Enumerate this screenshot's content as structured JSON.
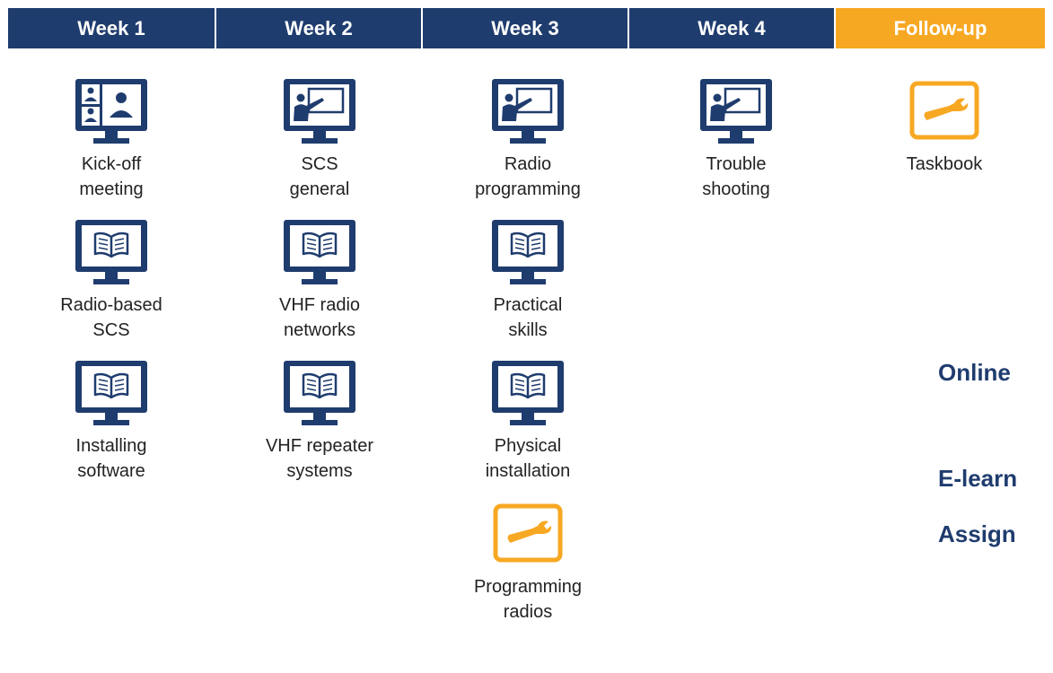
{
  "header": {
    "tabs": [
      {
        "label": "Week 1",
        "color": "#1f3c6e"
      },
      {
        "label": "Week 2",
        "color": "#1f3c6e"
      },
      {
        "label": "Week 3",
        "color": "#1f3c6e"
      },
      {
        "label": "Week 4",
        "color": "#1f3c6e"
      },
      {
        "label": "Follow-up",
        "color": "#f7a823"
      }
    ]
  },
  "columns": [
    {
      "items": [
        {
          "icon": "video-meeting-icon",
          "label": "Kick-off\nmeeting"
        },
        {
          "icon": "e-learning-book-icon",
          "label": "Radio-based\nSCS"
        },
        {
          "icon": "e-learning-book-icon",
          "label": "Installing\nsoftware"
        }
      ]
    },
    {
      "items": [
        {
          "icon": "online-lecture-icon",
          "label": "SCS\ngeneral"
        },
        {
          "icon": "e-learning-book-icon",
          "label": "VHF radio\nnetworks"
        },
        {
          "icon": "e-learning-book-icon",
          "label": "VHF repeater\nsystems"
        }
      ]
    },
    {
      "items": [
        {
          "icon": "online-lecture-icon",
          "label": "Radio\nprogramming"
        },
        {
          "icon": "e-learning-book-icon",
          "label": "Practical\nskills"
        },
        {
          "icon": "e-learning-book-icon",
          "label": "Physical\ninstallation"
        },
        {
          "icon": "assignment-wrench-icon",
          "label": "Programming\nradios"
        }
      ]
    },
    {
      "items": [
        {
          "icon": "online-lecture-icon",
          "label": "Trouble\nshooting"
        }
      ]
    },
    {
      "items": [
        {
          "icon": "assignment-wrench-icon",
          "label": "Taskbook"
        }
      ]
    }
  ],
  "legend": {
    "online": "Online",
    "elearning": "E-learn",
    "assignment": "Assign"
  },
  "colors": {
    "navy": "#1f3c6e",
    "orange": "#f7a823"
  }
}
